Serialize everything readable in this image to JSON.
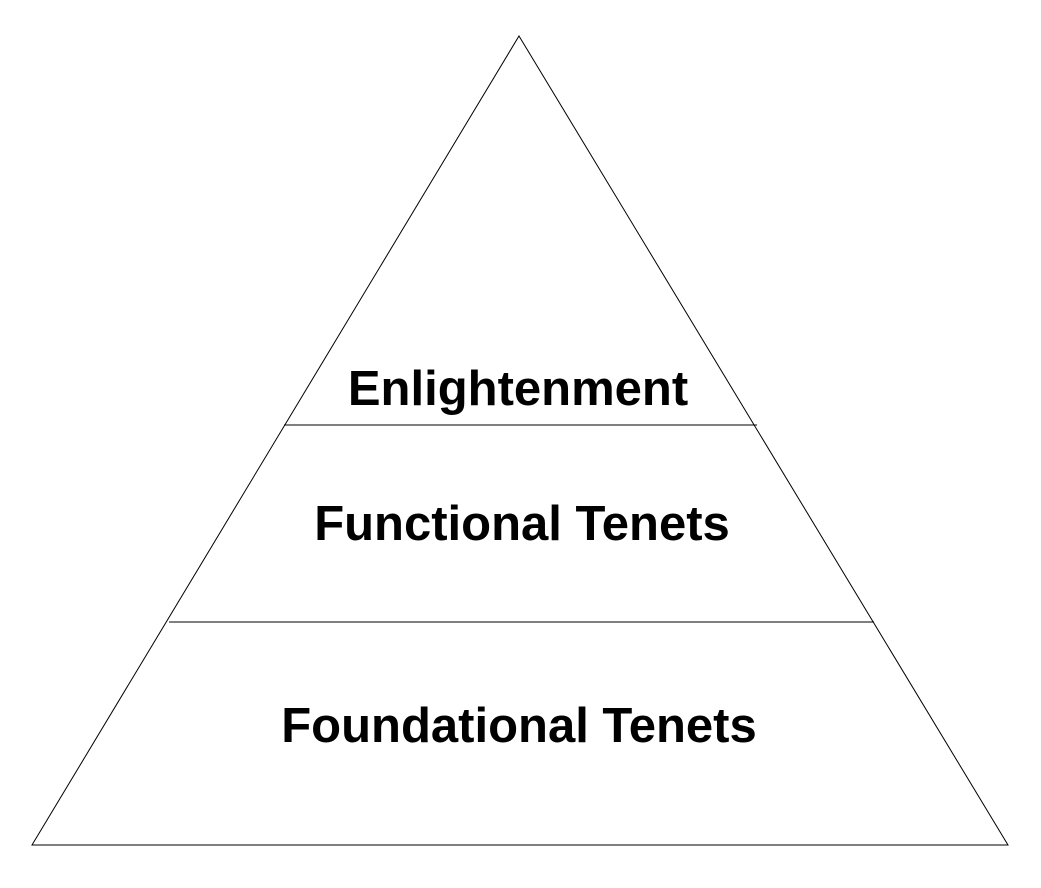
{
  "diagram": {
    "tiers": [
      {
        "label": "Enlightenment"
      },
      {
        "label": "Functional Tenets"
      },
      {
        "label": "Foundational Tenets"
      }
    ],
    "colors": {
      "background": "#ffffff",
      "outline": "#000000",
      "text": "#000000"
    }
  }
}
